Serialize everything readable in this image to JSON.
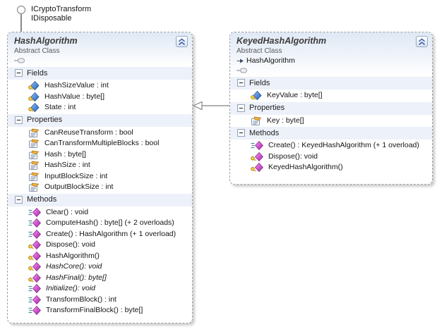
{
  "diagram_type": "uml-class-diagram",
  "lollipop_interfaces": {
    "labels": [
      "ICryptoTransform",
      "IDisposable"
    ]
  },
  "classes": [
    {
      "name": "HashAlgorithm",
      "stereotype": "Abstract Class",
      "sections": [
        {
          "title": "Fields",
          "items": [
            {
              "icon": "field-protected",
              "text": "HashSizeValue : int"
            },
            {
              "icon": "field-protected",
              "text": "HashValue : byte[]"
            },
            {
              "icon": "field-protected",
              "text": "State : int"
            }
          ]
        },
        {
          "title": "Properties",
          "items": [
            {
              "icon": "property-public",
              "text": "CanReuseTransform : bool"
            },
            {
              "icon": "property-public",
              "text": "CanTransformMultipleBlocks : bool"
            },
            {
              "icon": "property-public",
              "text": "Hash : byte[]"
            },
            {
              "icon": "property-public",
              "text": "HashSize : int"
            },
            {
              "icon": "property-public",
              "text": "InputBlockSize : int"
            },
            {
              "icon": "property-public",
              "text": "OutputBlockSize : int"
            }
          ]
        },
        {
          "title": "Methods",
          "items": [
            {
              "icon": "method-public",
              "text": "Clear() : void"
            },
            {
              "icon": "method-public",
              "text": "ComputeHash() : byte[] (+ 2 overloads)"
            },
            {
              "icon": "method-public",
              "text": "Create() : HashAlgorithm (+ 1 overload)"
            },
            {
              "icon": "method-protected",
              "text": "Dispose(): void"
            },
            {
              "icon": "method-protected",
              "text": "HashAlgorithm()"
            },
            {
              "icon": "method-protected",
              "text": "HashCore(): void",
              "abstract": true
            },
            {
              "icon": "method-protected",
              "text": "HashFinal(): byte[]",
              "abstract": true
            },
            {
              "icon": "method-public",
              "text": "Initialize(): void",
              "abstract": true
            },
            {
              "icon": "method-public",
              "text": "TransformBlock() : int"
            },
            {
              "icon": "method-public",
              "text": "TransformFinalBlock() : byte[]"
            }
          ]
        }
      ]
    },
    {
      "name": "KeyedHashAlgorithm",
      "stereotype": "Abstract Class",
      "base": "HashAlgorithm",
      "sections": [
        {
          "title": "Fields",
          "items": [
            {
              "icon": "field-protected",
              "text": "KeyValue : byte[]"
            }
          ]
        },
        {
          "title": "Properties",
          "items": [
            {
              "icon": "property-public",
              "text": "Key : byte[]"
            }
          ]
        },
        {
          "title": "Methods",
          "items": [
            {
              "icon": "method-public",
              "text": "Create() : KeyedHashAlgorithm (+ 1 overload)"
            },
            {
              "icon": "method-protected",
              "text": "Dispose(): void"
            },
            {
              "icon": "method-protected",
              "text": "KeyedHashAlgorithm()"
            }
          ]
        }
      ]
    }
  ],
  "connector": {
    "type": "inheritance",
    "from": "KeyedHashAlgorithm",
    "to": "HashAlgorithm",
    "arrow": "hollow-triangle-left"
  },
  "icons": {
    "field-protected": "blue-diamond-with-gold-key",
    "property-public": "document-with-orange-hand",
    "method-public": "magenta-diamond-with-motion-lines",
    "method-protected": "magenta-diamond-with-gold-key",
    "collapse-button": "double-chevron-up",
    "section-toggle": "minus-box",
    "interface-lollipop": "circle-on-stem",
    "base-class-arrow": "right-arrow",
    "collapsed-lollipop": "stem-with-pill"
  },
  "colors": {
    "section_band": "#edf1f9",
    "header_gradient_top": "#dfe8f5",
    "box_border": "#a0a0a0",
    "field_icon_blue": "#4a7fd4",
    "method_icon_magenta": "#c44ac4",
    "key_icon_gold": "#f0c63a",
    "chevron_blue": "#3c62ae",
    "connector_gray": "#808080"
  }
}
